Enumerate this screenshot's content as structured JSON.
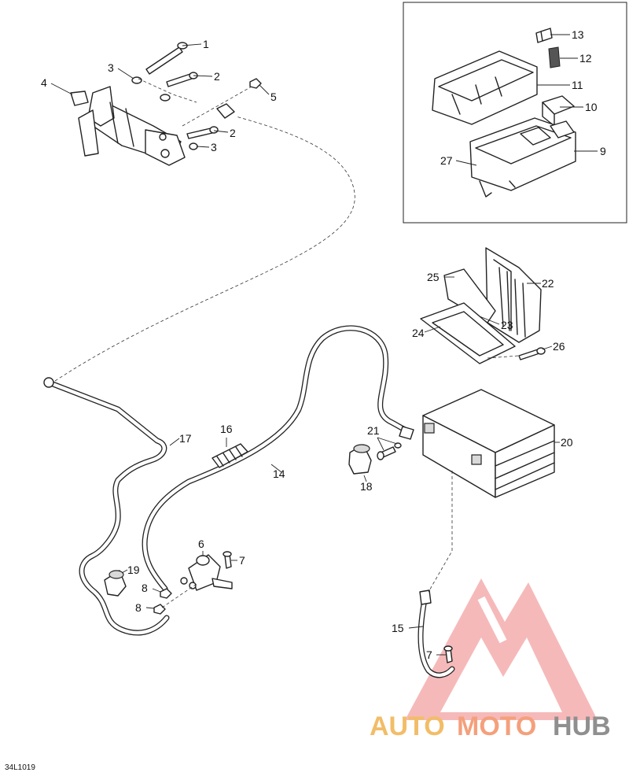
{
  "diagram": {
    "code": "34L1019",
    "callouts": [
      {
        "id": "c1",
        "text": "1"
      },
      {
        "id": "c2a",
        "text": "2"
      },
      {
        "id": "c2b",
        "text": "2"
      },
      {
        "id": "c3a",
        "text": "3"
      },
      {
        "id": "c3b",
        "text": "3"
      },
      {
        "id": "c4",
        "text": "4"
      },
      {
        "id": "c5",
        "text": "5"
      },
      {
        "id": "c6",
        "text": "6"
      },
      {
        "id": "c7a",
        "text": "7"
      },
      {
        "id": "c7b",
        "text": "7"
      },
      {
        "id": "c8a",
        "text": "8"
      },
      {
        "id": "c8b",
        "text": "8"
      },
      {
        "id": "c9",
        "text": "9"
      },
      {
        "id": "c10",
        "text": "10"
      },
      {
        "id": "c11",
        "text": "11"
      },
      {
        "id": "c12",
        "text": "12"
      },
      {
        "id": "c13",
        "text": "13"
      },
      {
        "id": "c14",
        "text": "14"
      },
      {
        "id": "c15",
        "text": "15"
      },
      {
        "id": "c16",
        "text": "16"
      },
      {
        "id": "c17",
        "text": "17"
      },
      {
        "id": "c18",
        "text": "18"
      },
      {
        "id": "c19",
        "text": "19"
      },
      {
        "id": "c20",
        "text": "20"
      },
      {
        "id": "c21",
        "text": "21"
      },
      {
        "id": "c22",
        "text": "22"
      },
      {
        "id": "c23",
        "text": "23"
      },
      {
        "id": "c24",
        "text": "24"
      },
      {
        "id": "c25",
        "text": "25"
      },
      {
        "id": "c26",
        "text": "26"
      },
      {
        "id": "c27",
        "text": "27"
      }
    ]
  },
  "watermark": {
    "part1": "AUTO",
    "part2": "MOTO",
    "part3": "HUB",
    "colors": {
      "red": "#f4a07c",
      "yellow": "#f2bd68",
      "gray": "#8f8f8f"
    }
  }
}
